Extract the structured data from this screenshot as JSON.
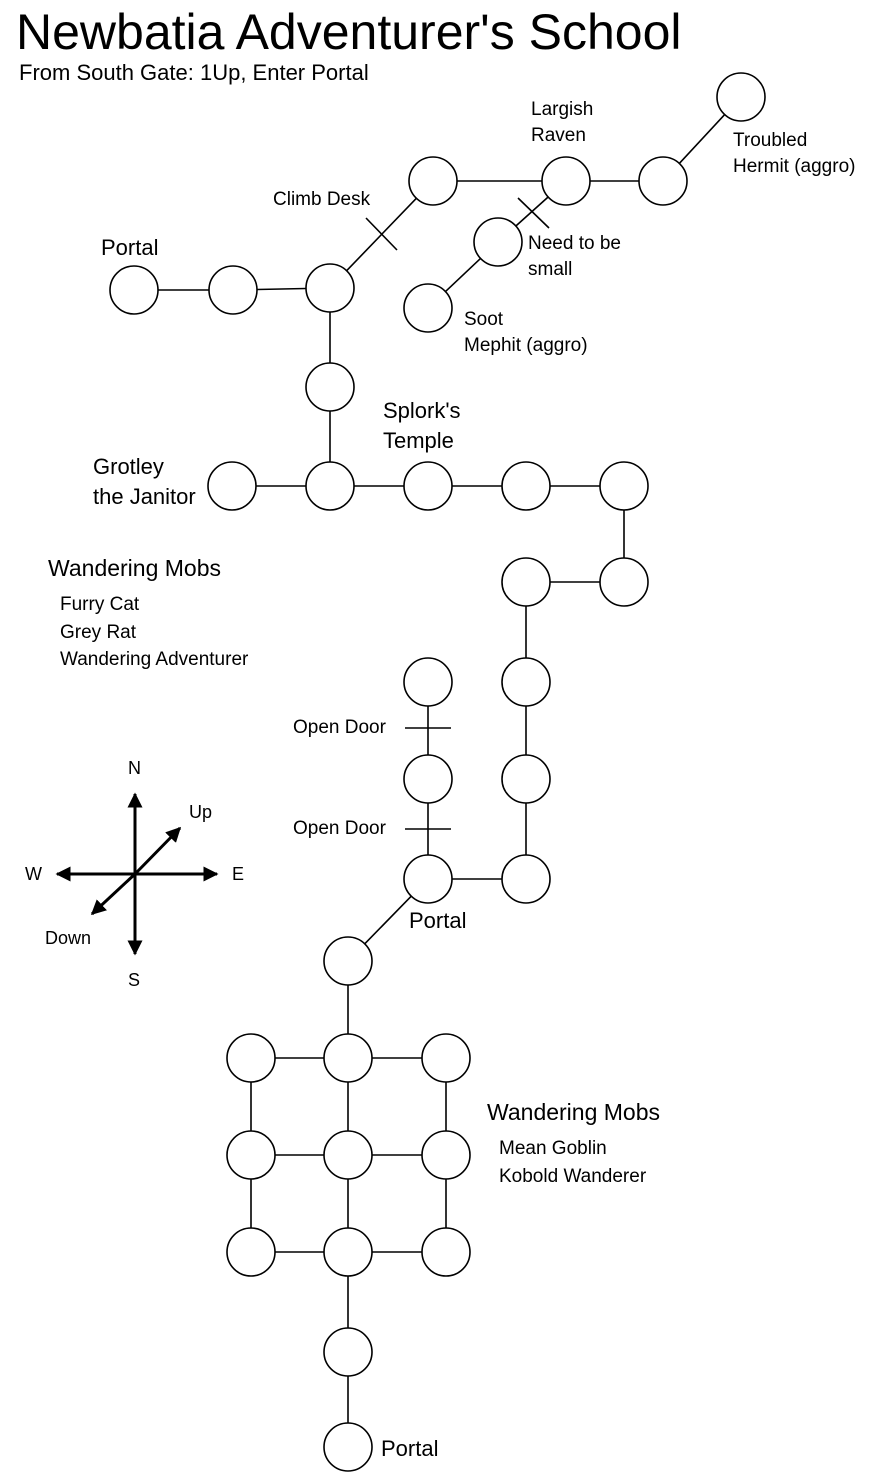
{
  "title": "Newbatia Adventurer's School",
  "subtitle": "From South Gate: 1Up, Enter Portal",
  "labels": {
    "portal_top": "Portal",
    "climb_desk": "Climb Desk",
    "largish_raven": [
      "Largish",
      "Raven"
    ],
    "troubled_hermit": [
      "Troubled",
      "Hermit (aggro)"
    ],
    "need_small": [
      "Need to be",
      "small"
    ],
    "soot_mephit": [
      "Soot",
      "Mephit (aggro)"
    ],
    "splork_temple": [
      "Splork's",
      "Temple"
    ],
    "grotley": [
      "Grotley",
      "the Janitor"
    ],
    "open_door_1": "Open Door",
    "open_door_2": "Open Door",
    "portal_mid": "Portal",
    "portal_bottom": "Portal"
  },
  "wandering_mobs_1": {
    "heading": "Wandering Mobs",
    "mobs": [
      "Furry Cat",
      "Grey Rat",
      "Wandering Adventurer"
    ]
  },
  "wandering_mobs_2": {
    "heading": "Wandering Mobs",
    "mobs": [
      "Mean Goblin",
      "Kobold Wanderer"
    ]
  },
  "compass": {
    "north": "N",
    "south": "S",
    "east": "E",
    "west": "W",
    "up": "Up",
    "down": "Down"
  }
}
